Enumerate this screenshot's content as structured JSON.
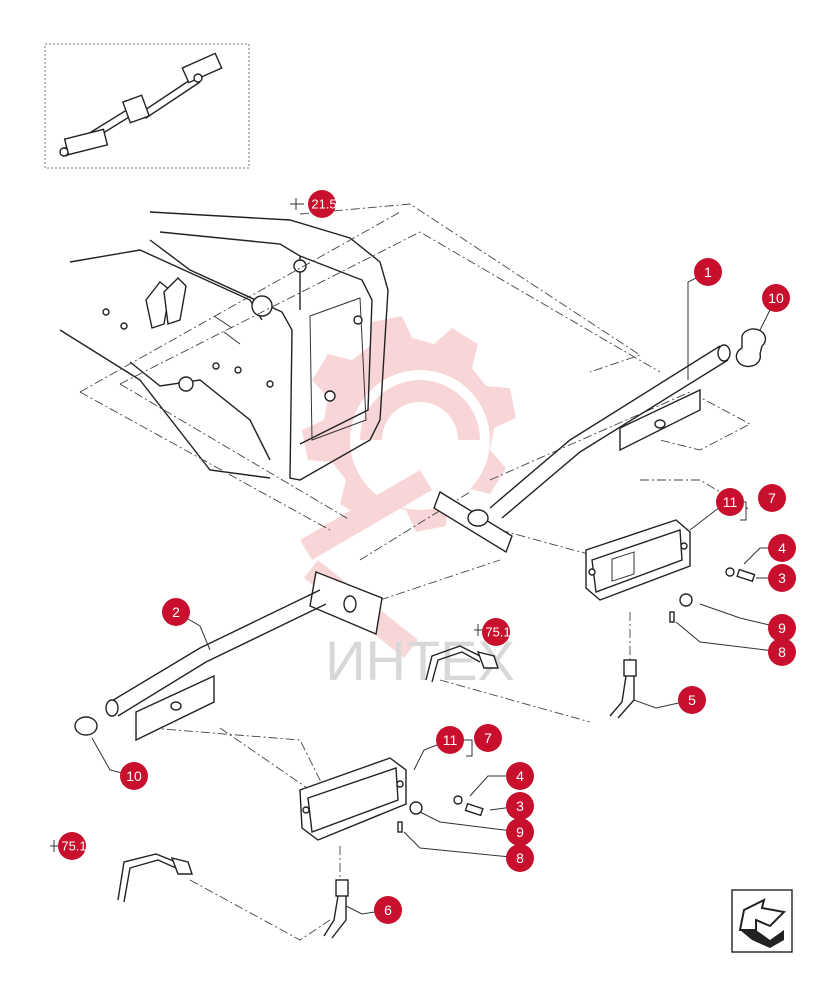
{
  "colors": {
    "callout": "#c8102e",
    "watermark_gear": "#f4b6b8",
    "watermark_text": "#d8d8d8",
    "line": "#222222"
  },
  "watermark": {
    "text": "ИНТЕХ"
  },
  "callouts": [
    {
      "id": "c1",
      "label": "1"
    },
    {
      "id": "c2",
      "label": "2"
    },
    {
      "id": "c3a",
      "label": "3"
    },
    {
      "id": "c3b",
      "label": "3"
    },
    {
      "id": "c4a",
      "label": "4"
    },
    {
      "id": "c4b",
      "label": "4"
    },
    {
      "id": "c5",
      "label": "5"
    },
    {
      "id": "c6",
      "label": "6"
    },
    {
      "id": "c7a",
      "label": "7"
    },
    {
      "id": "c7b",
      "label": "7"
    },
    {
      "id": "c8a",
      "label": "8"
    },
    {
      "id": "c8b",
      "label": "8"
    },
    {
      "id": "c9a",
      "label": "9"
    },
    {
      "id": "c9b",
      "label": "9"
    },
    {
      "id": "c10a",
      "label": "10"
    },
    {
      "id": "c10b",
      "label": "10"
    },
    {
      "id": "c11a",
      "label": "11"
    },
    {
      "id": "c11b",
      "label": "11"
    }
  ],
  "references": [
    {
      "id": "r21",
      "label": "21.5"
    },
    {
      "id": "r75a",
      "label": "75.1"
    },
    {
      "id": "r75b",
      "label": "75.1"
    }
  ],
  "nav": {
    "icon": "next-page-arrow-icon"
  }
}
